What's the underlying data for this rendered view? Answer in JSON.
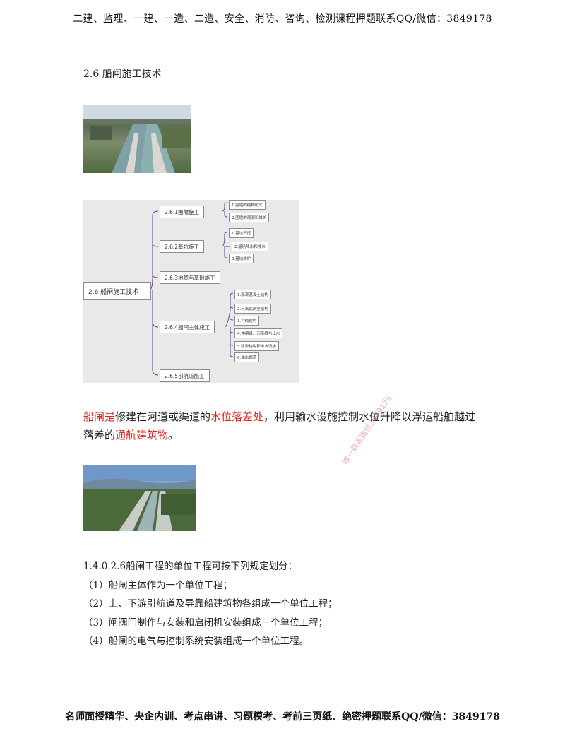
{
  "header": {
    "text": "二建、监理、一建、一造、二造、安全、消防、咨询、检测课程押题联系QQ/微信：3849178"
  },
  "section_title": "2.6 船闸施工技术",
  "mindmap": {
    "root": "2.6 船闸施工技术",
    "branches": [
      {
        "label": "2.6.1围堰施工",
        "leaves": [
          "1.围堰的结构形式",
          "2.围堰的观测和维护"
        ]
      },
      {
        "label": "2.6.2基坑施工",
        "leaves": [
          "1.基坑开挖",
          "2.基坑降水和排水",
          "3.基坑维护"
        ]
      },
      {
        "label": "2.6.3地基与基础施工",
        "leaves": []
      },
      {
        "label": "2.6.4船闸主体施工",
        "leaves": [
          "1.现浇混凝土结构",
          "2.分离式闸室结构",
          "3.衬砌结构",
          "4.伸缩缝、沉降缝与止水",
          "5.防渗结构和排水设施",
          "6.输水廊道"
        ]
      },
      {
        "label": "2.6.5引航道施工",
        "leaves": []
      }
    ]
  },
  "definition": {
    "part1": "船闸是",
    "part2": "修建在河道或渠道的",
    "part3": "水位落差处",
    "part4": "，利用输水设施控制水位升降以浮运船舶越过落差的",
    "part5": "通航建筑物",
    "part6": "。"
  },
  "rules": {
    "intro": "1.4.0.2.6船闸工程的单位工程可按下列规定划分：",
    "items": [
      "（1）船闸主体作为一个单位工程；",
      "（2）上、下游引航道及导靠船建筑物各组成一个单位工程；",
      "（3）闸阀门制作与安装和启闭机安装组成一个单位工程；",
      "（4）船闸的电气与控制系统安装组成一个单位工程。"
    ]
  },
  "watermark": "唯一联系微信3849178",
  "footer": {
    "text": "名师面授精华、央企内训、考点串讲、习题模考、考前三页纸、绝密押题联系QQ/微信：3849178"
  },
  "colors": {
    "highlight": "#e02020",
    "mindmap_bg": "#e9e9e9",
    "mindmap_line": "#6a3fa0"
  }
}
